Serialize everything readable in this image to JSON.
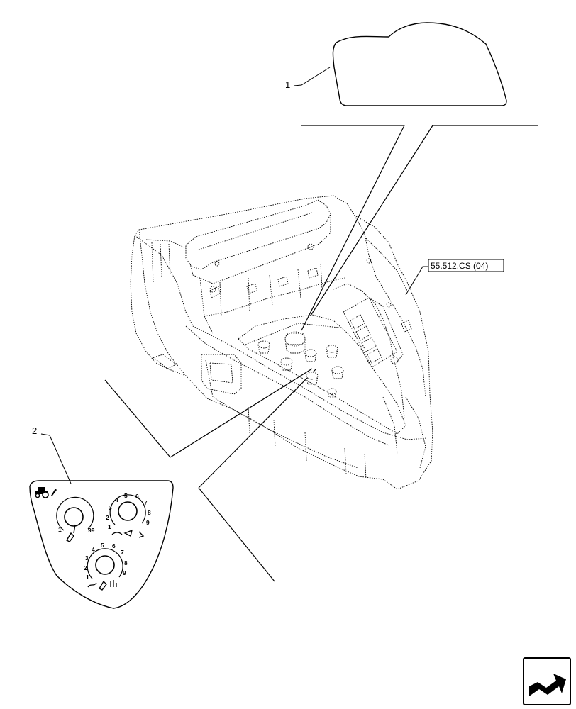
{
  "callouts": {
    "item1": "1",
    "item2": "2"
  },
  "reference_label": "55.512.CS (04)",
  "dial_top_left": {
    "min": "1",
    "max": "99"
  },
  "dial_top_right": {
    "ticks": [
      "1",
      "2",
      "3",
      "4",
      "5",
      "6",
      "7",
      "8",
      "9"
    ]
  },
  "dial_bottom": {
    "ticks": [
      "1",
      "2",
      "3",
      "4",
      "5",
      "6",
      "7",
      "8",
      "9"
    ]
  },
  "icons": [
    "tractor-icon",
    "next-page-arrow-icon"
  ]
}
